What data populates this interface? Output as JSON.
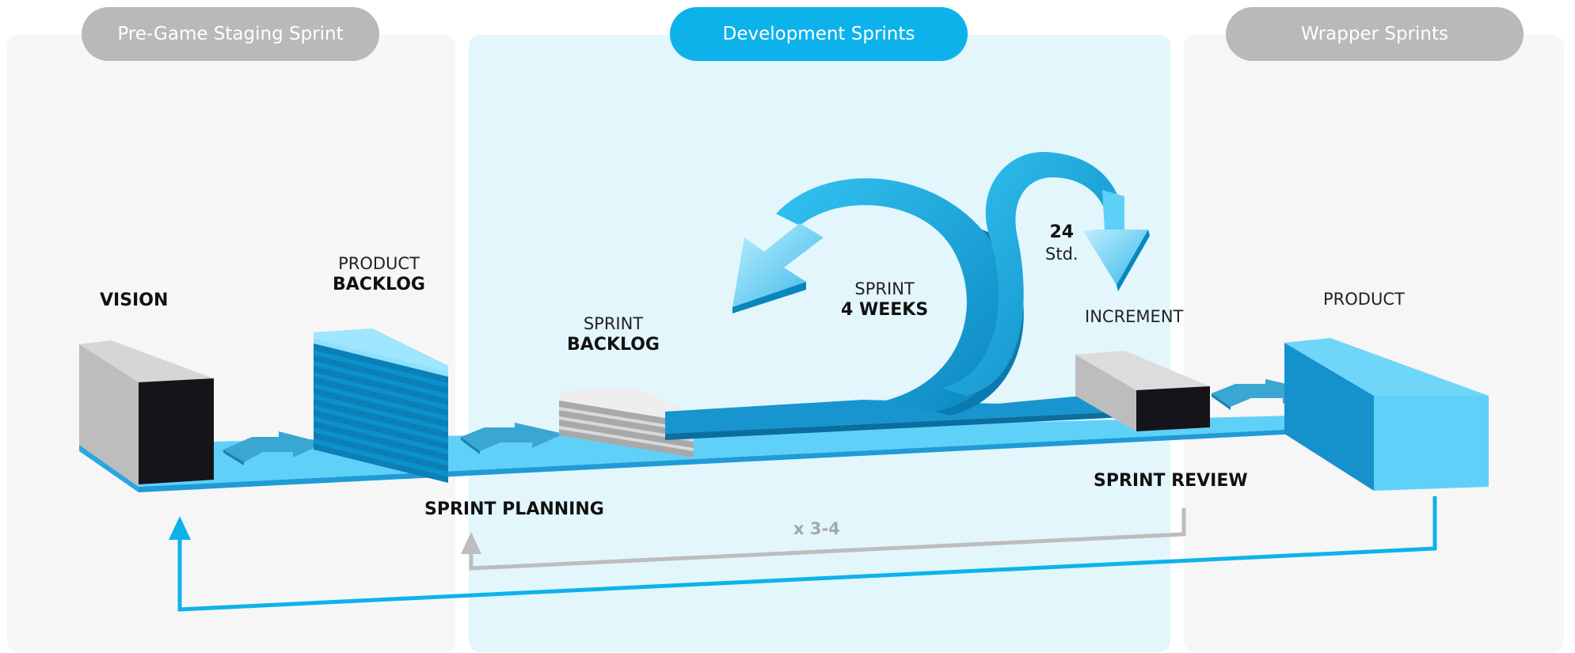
{
  "phases": {
    "pregame": "Pre-Game Staging Sprint",
    "development": "Development Sprints",
    "wrapper": "Wrapper Sprints"
  },
  "labels": {
    "vision": "VISION",
    "product_backlog_top": "PRODUCT",
    "product_backlog_bottom": "BACKLOG",
    "sprint_backlog_top": "SPRINT",
    "sprint_backlog_bottom": "BACKLOG",
    "sprint_top": "SPRINT",
    "sprint_bottom": "4 WEEKS",
    "daily_top": "24",
    "daily_bottom": "Std.",
    "increment": "INCREMENT",
    "product": "PRODUCT",
    "sprint_planning": "SPRINT PLANNING",
    "sprint_review": "SPRINT REVIEW",
    "loop_count": "x 3-4"
  },
  "colors": {
    "accent_blue": "#0eb2ea",
    "light_blue": "#5fd1f8",
    "dark_blue": "#1a8fc4",
    "inactive_gray": "#b9b9b9",
    "dark_box": "#15141b"
  }
}
